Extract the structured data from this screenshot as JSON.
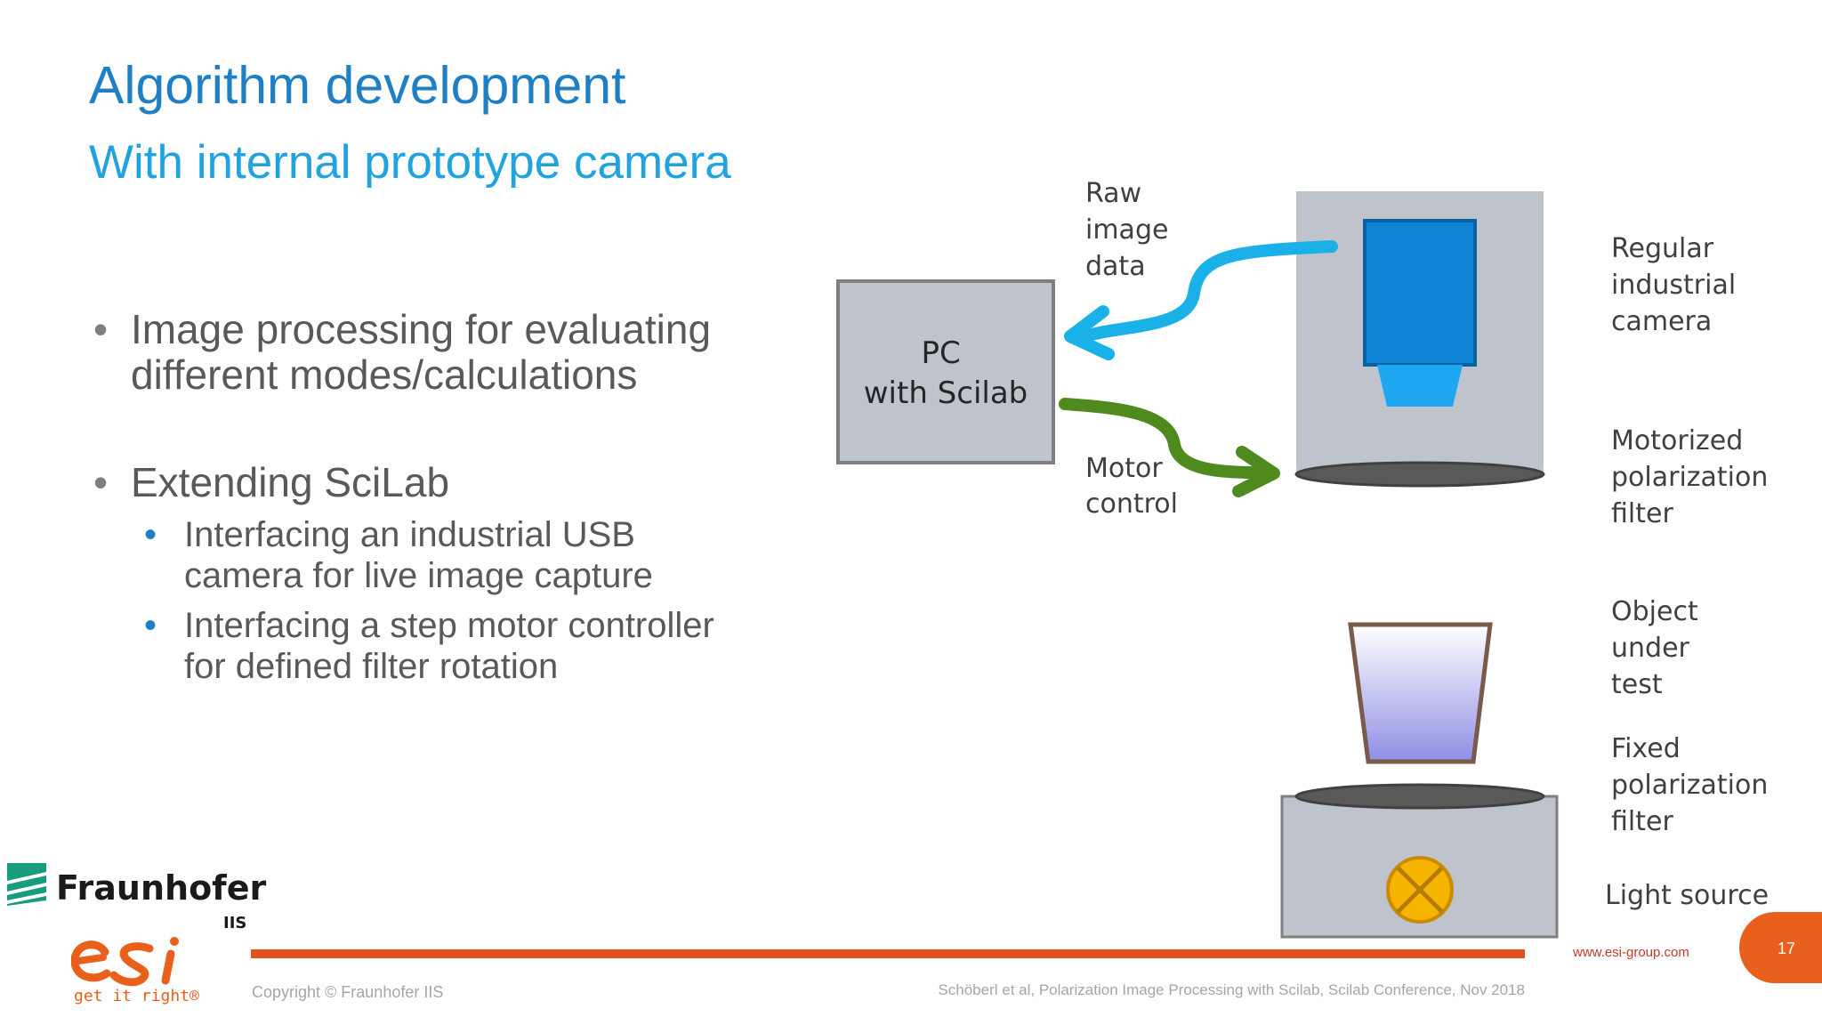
{
  "slide": {
    "title": "Algorithm development",
    "subtitle": "With internal prototype camera"
  },
  "bullets": [
    {
      "lines": [
        "Image processing for evaluating",
        "different modes/calculations"
      ]
    },
    {
      "lines": [
        "Extending SciLab"
      ],
      "sub": [
        {
          "lines": [
            "Interfacing an industrial USB",
            "camera for live image capture"
          ]
        },
        {
          "lines": [
            "Interfacing a step motor controller",
            "for defined filter rotation"
          ]
        }
      ]
    }
  ],
  "diagram": {
    "pc_box": [
      "PC",
      "with Scilab"
    ],
    "raw_image_label": [
      "Raw",
      "image",
      "data"
    ],
    "motor_control_label": [
      "Motor",
      "control"
    ],
    "labels": {
      "camera": [
        "Regular",
        "industrial",
        "camera"
      ],
      "motor_filter": [
        "Motorized",
        "polarization",
        "filter"
      ],
      "object": [
        "Object",
        "under",
        "test"
      ],
      "fixed_filter": [
        "Fixed",
        "polarization",
        "filter"
      ],
      "light_source": [
        "Light source"
      ]
    },
    "colors": {
      "raw_arrow": "#1ab0e8",
      "motor_arrow": "#4e8a1e",
      "camera_body": "#0f83d4",
      "lamp": "#f7b500",
      "box_fill": "#bfc3cc"
    }
  },
  "footer": {
    "org_name": "Fraunhofer",
    "org_unit": "IIS",
    "partner_tagline": "get it right®",
    "copyright": "Copyright © Fraunhofer IIS",
    "citation": "Schöberl et al, Polarization Image Processing with Scilab, Scilab Conference, Nov 2018",
    "website": "www.esi-group.com",
    "page_number": "17",
    "accent_color": "#e2531c"
  },
  "icons": [
    "fraunhofer-logo-icon",
    "esi-logo-icon",
    "lamp-icon"
  ]
}
